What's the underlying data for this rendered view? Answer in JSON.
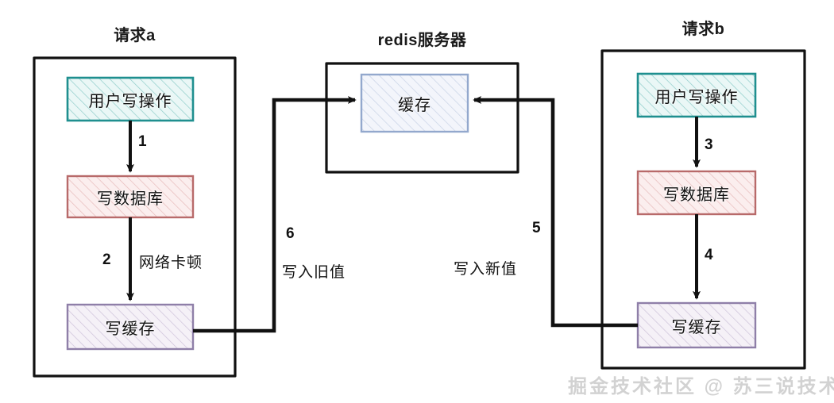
{
  "diagram": {
    "title_request_a": "请求a",
    "title_redis": "redis服务器",
    "title_request_b": "请求b",
    "nodes": {
      "a_user_write": "用户写操作",
      "a_write_db": "写数据库",
      "a_write_cache": "写缓存",
      "cache": "缓存",
      "b_user_write": "用户写操作",
      "b_write_db": "写数据库",
      "b_write_cache": "写缓存"
    },
    "edge_labels": {
      "step1": "1",
      "step2_num": "2",
      "step2_text": "网络卡顿",
      "step3": "3",
      "step4": "4",
      "step5_num": "5",
      "step5_text": "写入新值",
      "step6_num": "6",
      "step6_text": "写入旧值"
    },
    "watermark": "掘金技术社区 @ 苏三说技术",
    "colors": {
      "teal_border": "#1f8f8f",
      "teal_fill": "#eaf7f6",
      "red_border": "#b86a6a",
      "red_fill": "#fbeeee",
      "purple_border": "#8f7fa8",
      "purple_fill": "#f5f1f7",
      "blue_border": "#93a8cd",
      "blue_fill": "#f3f5fb",
      "container_border": "#111111",
      "arrow": "#111111",
      "watermark": "#d2d2d2"
    }
  }
}
